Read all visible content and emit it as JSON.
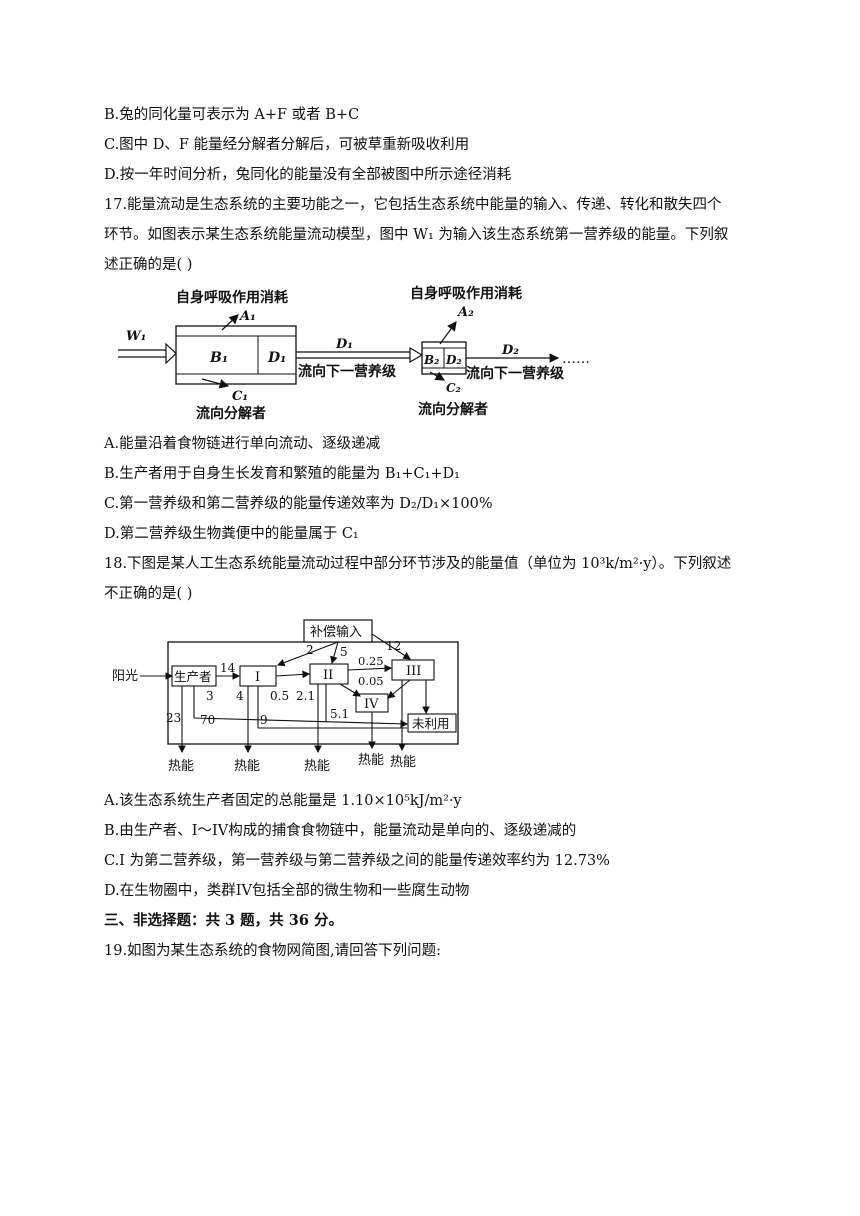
{
  "q16": {
    "optB": "B.兔的同化量可表示为 A+F 或者 B+C",
    "optC": "C.图中 D、F 能量经分解者分解后，可被草重新吸收利用",
    "optD": "D.按一年时间分析，兔同化的能量没有全部被图中所示途径消耗"
  },
  "q17": {
    "stem1": "17.能量流动是生态系统的主要功能之一，它包括生态系统中能量的输入、传递、转化和散失四个",
    "stem2": "环节。如图表示某生态系统能量流动模型，图中 W₁ 为输入该生态系统第一营养级的能量。下列叙",
    "stem3": "述正确的是(      )",
    "diagram": {
      "resp1": "自身呼吸作用消耗",
      "resp2": "自身呼吸作用消耗",
      "W1": "W₁",
      "A1": "A₁",
      "A2": "A₂",
      "B1": "B₁",
      "D1box": "D₁",
      "D1": "D₁",
      "C1": "C₁",
      "B2": "B₂",
      "D2box": "D₂",
      "D2": "D₂",
      "C2": "C₂",
      "next1": "流向下一营养级",
      "next2": "流向下一营养级",
      "decomp1": "流向分解者",
      "decomp2": "流向分解者",
      "dots": "……"
    },
    "optA": "A.能量沿着食物链进行单向流动、逐级递减",
    "optB": "B.生产者用于自身生长发育和繁殖的能量为 B₁+C₁+D₁",
    "optC": "C.第一营养级和第二营养级的能量传递效率为 D₂/D₁×100%",
    "optD": "D.第二营养级生物粪便中的能量属于 C₁"
  },
  "q18": {
    "stem1": "18.下图是某人工生态系统能量流动过程中部分环节涉及的能量值（单位为 10³k/m²·y）。下列叙述",
    "stem2": "不正确的是(      )",
    "diagram": {
      "input": "补偿输入",
      "sun": "阳光",
      "producer": "生产者",
      "I": "I",
      "II": "II",
      "III": "III",
      "IV": "IV",
      "unused": "未利用",
      "heat": "热能",
      "n14": "14",
      "n2": "2",
      "n5": "5",
      "n12": "12",
      "n025": "0.25",
      "n005": "0.05",
      "n3": "3",
      "n4": "4",
      "n05": "0.5",
      "n21": "2.1",
      "n23": "23",
      "n70": "70",
      "n9": "9",
      "n51": "5.1"
    },
    "optA": "A.该生态系统生产者固定的总能量是 1.10×10⁵kJ/m²·y",
    "optB": "B.由生产者、I～IV构成的捕食食物链中，能量流动是单向的、逐级递减的",
    "optC": "C.I 为第二营养级，第一营养级与第二营养级之间的能量传递效率约为 12.73%",
    "optD": "D.在生物圈中，类群IV包括全部的微生物和一些腐生动物"
  },
  "section3": "三、非选择题：共 3 题，共 36 分。",
  "q19": "19.如图为某生态系统的食物网简图,请回答下列问题:"
}
